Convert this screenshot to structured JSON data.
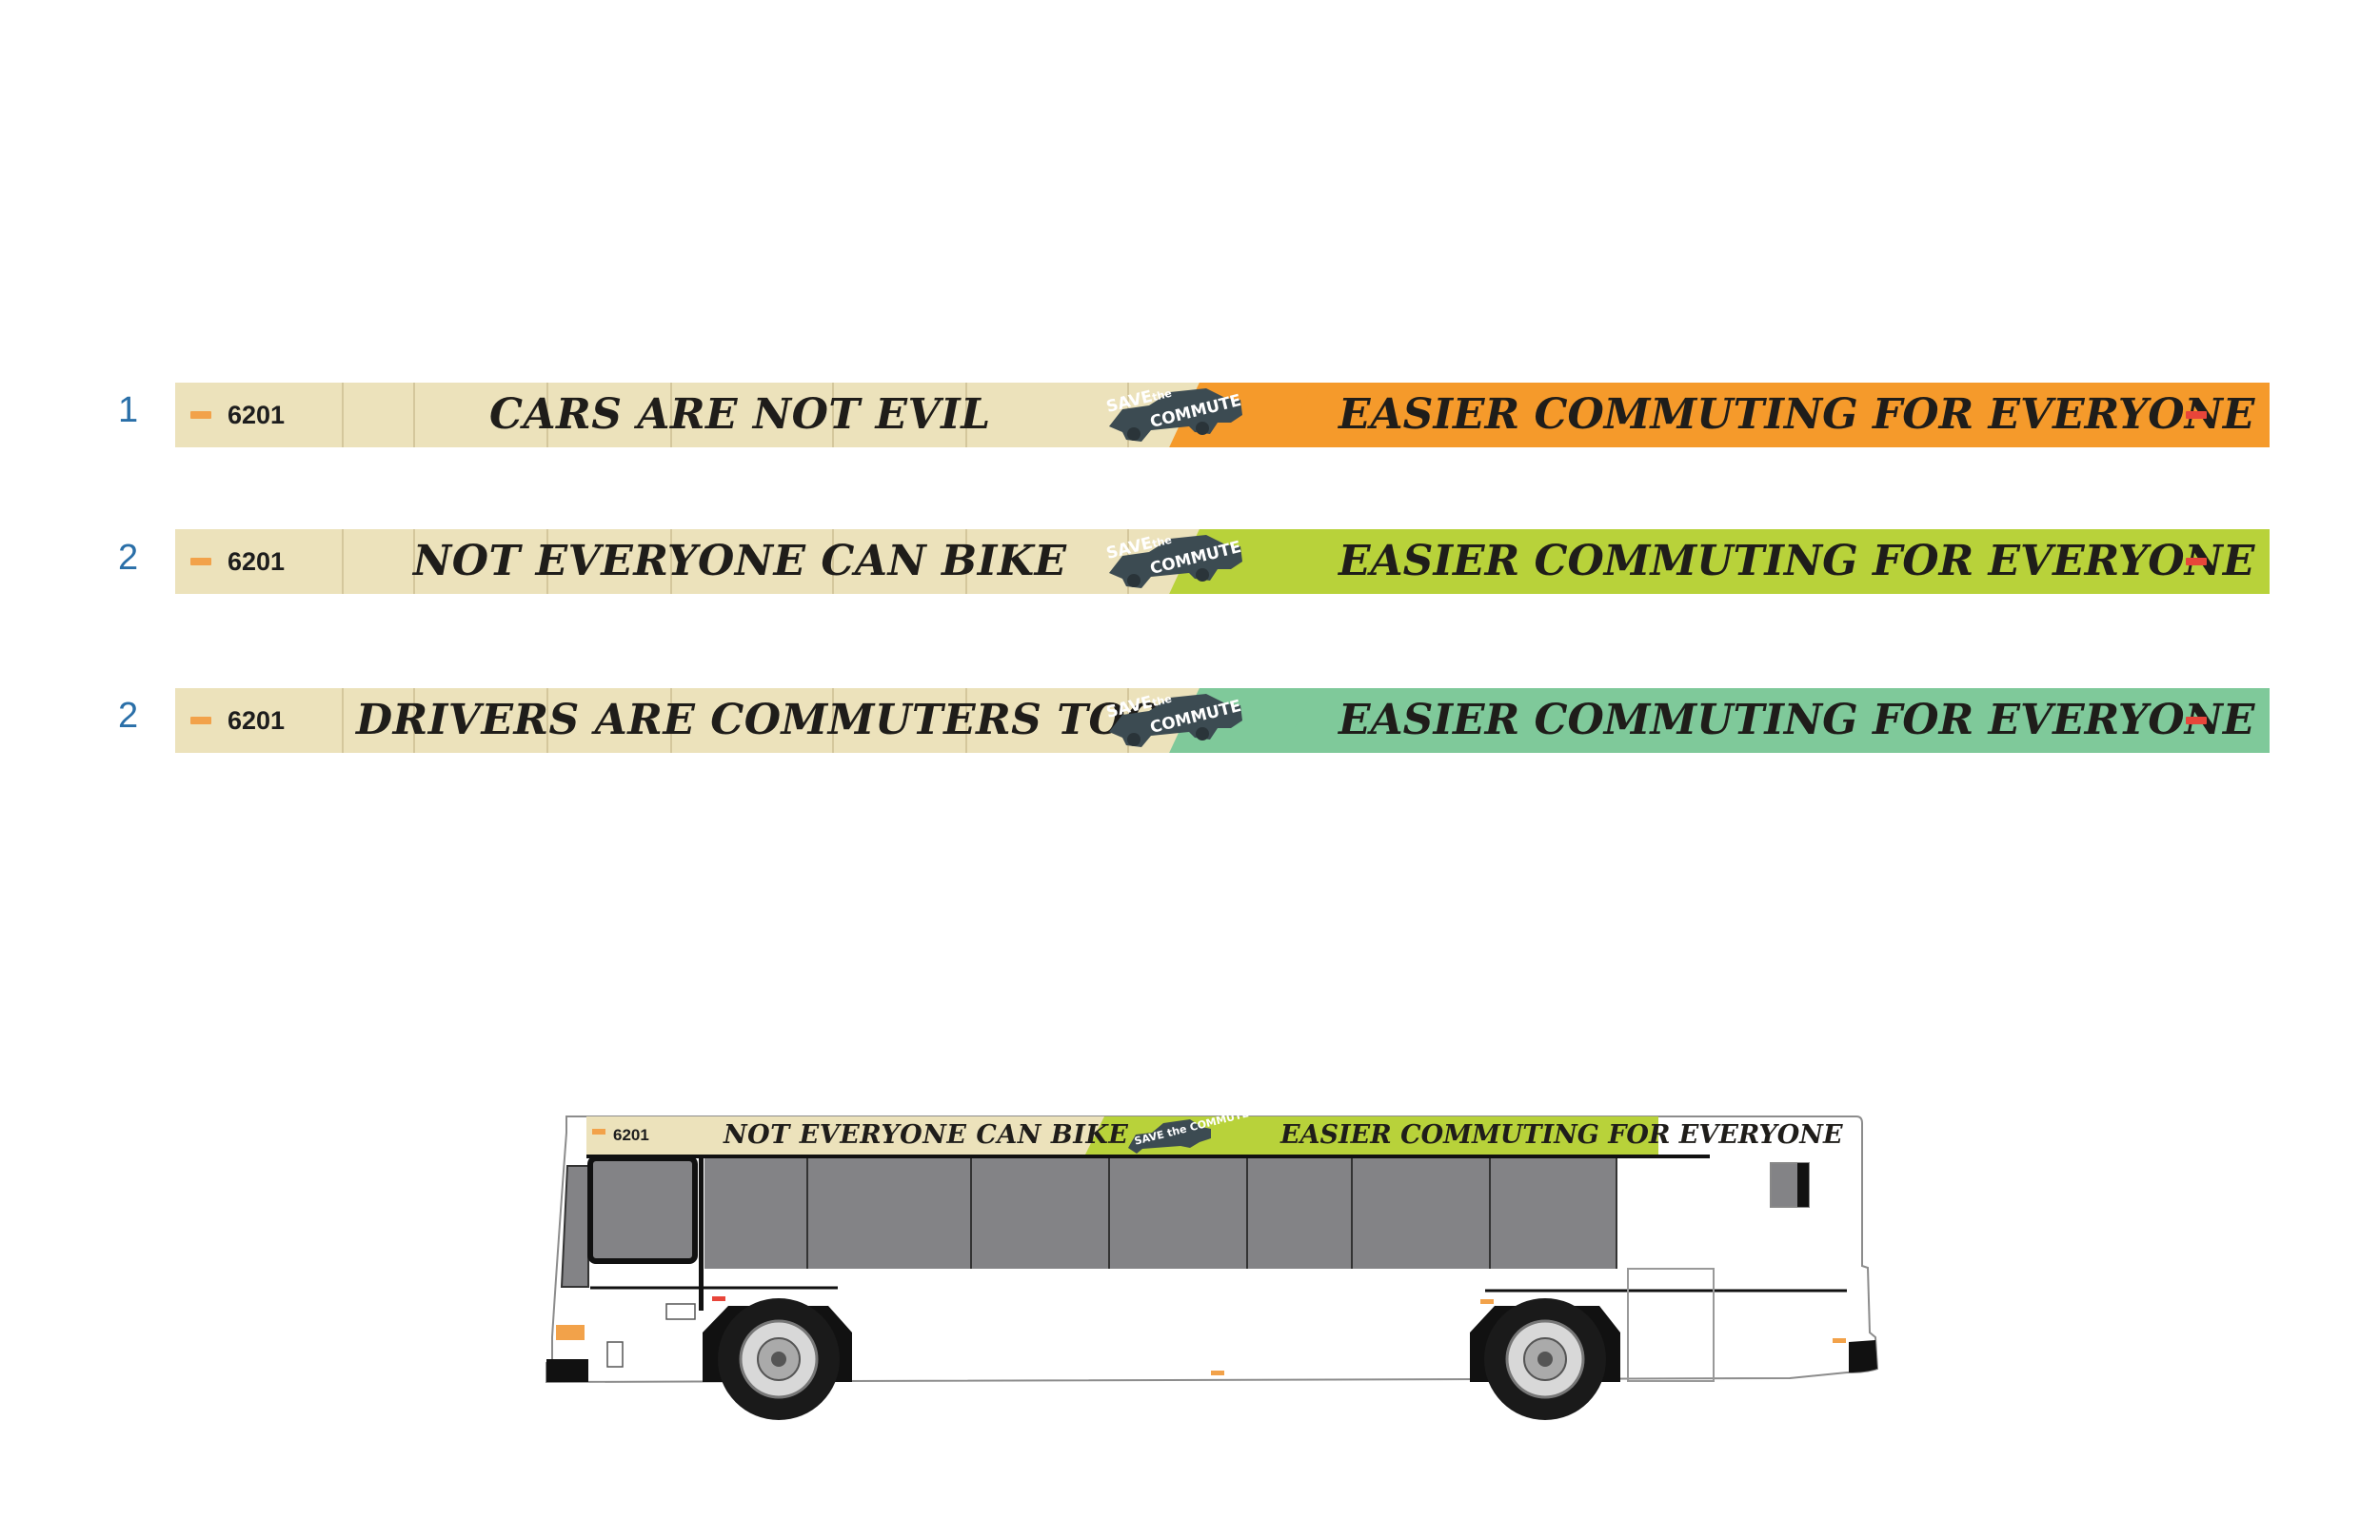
{
  "banners": [
    {
      "number": "1",
      "fleet": "6201",
      "headline": "CARS ARE NOT EVIL",
      "slogan": "EASIER COMMUTING FOR EVERYONE",
      "color": "#f59a2b"
    },
    {
      "number": "2",
      "fleet": "6201",
      "headline": "NOT EVERYONE CAN BIKE",
      "slogan": "EASIER COMMUTING FOR EVERYONE",
      "color": "#b8d23a"
    },
    {
      "number": "2",
      "fleet": "6201",
      "headline": "DRIVERS ARE COMMUTERS TOO",
      "slogan": "EASIER COMMUTING FOR EVERYONE",
      "color": "#7fc99a"
    }
  ],
  "logo": {
    "save": "SAVE",
    "the": "the",
    "commute": "COMMUTE",
    "icon": "car-logo-icon"
  },
  "bus": {
    "fleet": "6201",
    "headline": "NOT EVERYONE CAN BIKE",
    "slogan": "EASIER COMMUTING FOR EVERYONE",
    "color": "#b8d23a"
  },
  "colors": {
    "wood": "#ece2bb",
    "number": "#2a6fa8",
    "window": "#838386",
    "tag": "#f2a24a"
  }
}
